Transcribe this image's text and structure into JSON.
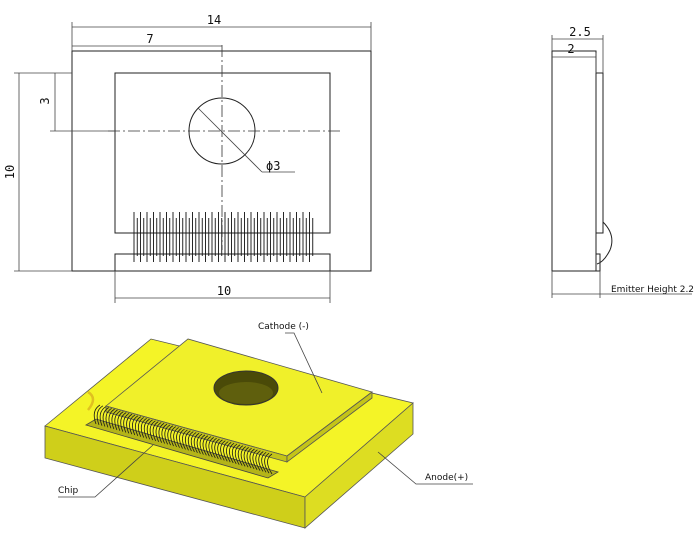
{
  "front_view": {
    "dim_width": "14",
    "dim_center": "7",
    "dim_height": "10",
    "dim_hole_offset": "3",
    "dim_hole_dia": "ϕ3",
    "dim_bottom": "10"
  },
  "side_view": {
    "dim_total": "2.5",
    "dim_base": "2",
    "emitter_label": "Emitter Height 2.2"
  },
  "iso_view": {
    "cathode_label": "Cathode (-)",
    "anode_label": "Anode(+)",
    "chip_label": "Chip"
  },
  "colors": {
    "body_top": "#f4f427",
    "body_front": "#cfcf1a",
    "body_side": "#dddd22",
    "plate_top": "#f0f02a",
    "plate_edge": "#c4c418",
    "hole": "#4a4a08"
  }
}
